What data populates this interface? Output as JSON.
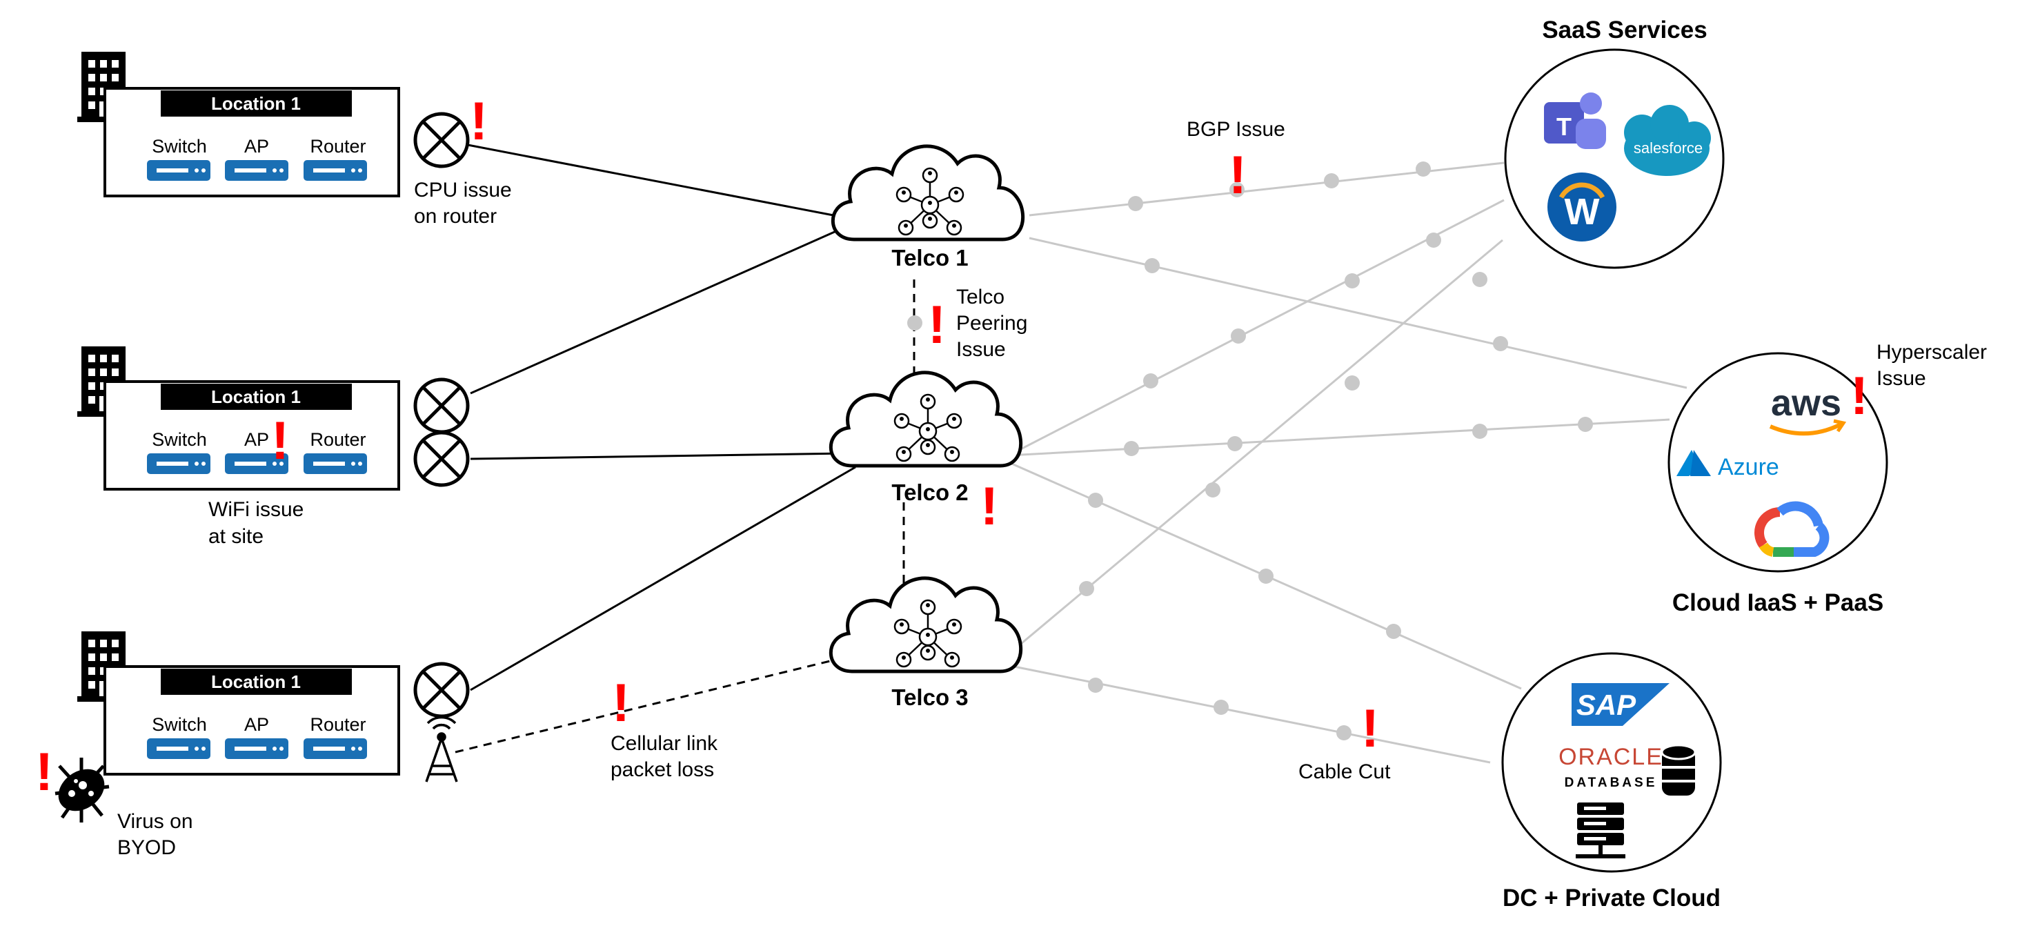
{
  "locations": [
    {
      "title": "Location 1",
      "switch": "Switch",
      "ap": "AP",
      "router": "Router"
    },
    {
      "title": "Location 1",
      "switch": "Switch",
      "ap": "AP",
      "router": "Router"
    },
    {
      "title": "Location 1",
      "switch": "Switch",
      "ap": "AP",
      "router": "Router"
    }
  ],
  "telcos": [
    "Telco 1",
    "Telco 2",
    "Telco 3"
  ],
  "destinations": {
    "saas": "SaaS Services",
    "cloud": "Cloud IaaS + PaaS",
    "dc": "DC + Private Cloud"
  },
  "issues": {
    "cpu_line1": "CPU issue",
    "cpu_line2": "on router",
    "wifi_line1": "WiFi issue",
    "wifi_line2": "at site",
    "virus_line1": "Virus on",
    "virus_line2": "BYOD",
    "cellular_line1": "Cellular link",
    "cellular_line2": "packet loss",
    "bgp": "BGP Issue",
    "peering_line1": "Telco",
    "peering_line2": "Peering",
    "peering_line3": "Issue",
    "hyperscaler_line1": "Hyperscaler",
    "hyperscaler_line2": "Issue",
    "cable": "Cable Cut"
  },
  "logos": {
    "salesforce": "salesforce",
    "workday": "W",
    "teams": "T",
    "aws": "aws",
    "azure": "Azure",
    "sap": "SAP",
    "oracle": "ORACLE",
    "database": "DATABASE"
  },
  "colors": {
    "device_blue": "#1a6fb4",
    "issue_red": "#ff0000",
    "link_gray": "#c8c8c8",
    "teams_purple": "#5059c9",
    "salesforce_blue": "#1798c1",
    "workday_blue": "#0b5cab",
    "aws_orange": "#ff9900",
    "azure_blue": "#0089d6",
    "sap_blue": "#1a73c8",
    "oracle_red": "#c74634"
  }
}
